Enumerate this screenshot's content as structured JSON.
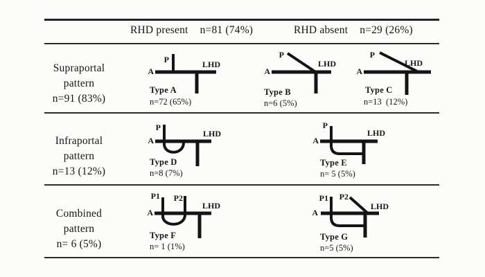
{
  "figure": {
    "description": "Hepatic duct branching pattern classification table",
    "line_color": "#141414",
    "background": "#fcfcfa"
  },
  "header": {
    "columns": [
      {
        "label": "RHD present",
        "count": "n=81 (74%)"
      },
      {
        "label": "RHD absent",
        "count": "n=29 (26%)"
      }
    ]
  },
  "rows": [
    {
      "label_lines": [
        "Supraportal",
        "pattern",
        "n=91 (83%)"
      ]
    },
    {
      "label_lines": [
        "Infraportal",
        "pattern",
        "n=13 (12%)"
      ]
    },
    {
      "label_lines": [
        "Combined",
        "pattern",
        "n= 6 (5%)"
      ]
    }
  ],
  "diagrams": {
    "A": {
      "type_label": "Type A",
      "count": "n=72 (65%)",
      "p": "P",
      "a": "A",
      "lhd": "LHD"
    },
    "B": {
      "type_label": "Type B",
      "count": "n=6 (5%)",
      "p": "P",
      "a": "A",
      "lhd": "LHD"
    },
    "C": {
      "type_label": "Type C",
      "count": "n=13  (12%)",
      "p": "P",
      "a": "A",
      "lhd": "LHD"
    },
    "D": {
      "type_label": "Type D",
      "count": "n=8 (7%)",
      "p": "P",
      "a": "A",
      "lhd": "LHD"
    },
    "E": {
      "type_label": "Type E",
      "count": "n= 5 (5%)",
      "p": "P",
      "a": "A",
      "lhd": "LHD"
    },
    "F": {
      "type_label": "Type F",
      "count": "n= 1 (1%)",
      "p1": "P1",
      "p2": "P2",
      "a": "A",
      "lhd": "LHD"
    },
    "G": {
      "type_label": "Type G",
      "count": "n=5 (5%)",
      "p1": "P1",
      "p2": "P2",
      "a": "A",
      "lhd": "LHD"
    }
  }
}
